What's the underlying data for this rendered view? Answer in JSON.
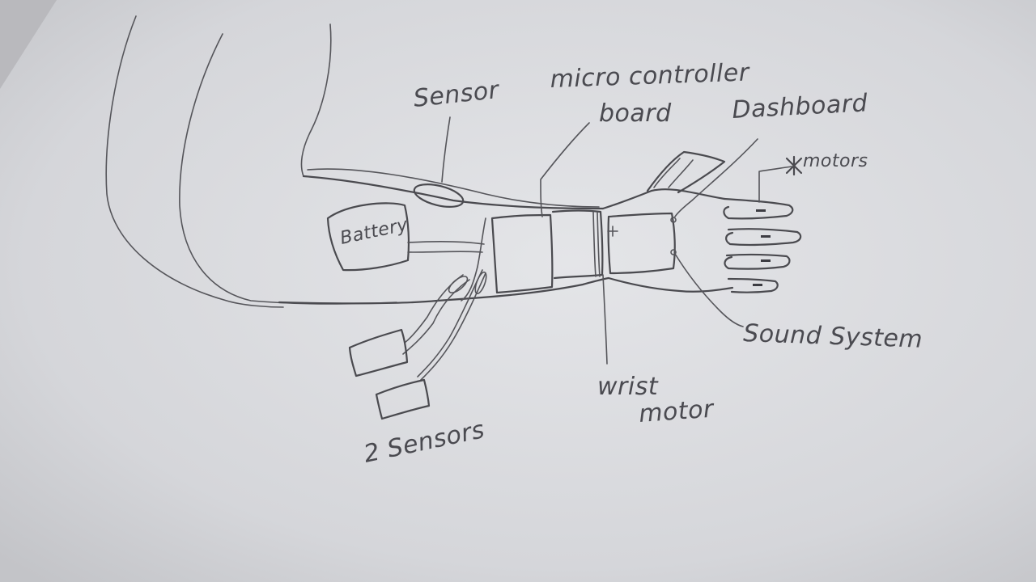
{
  "diagram": {
    "colors": {
      "paper": "#dcdde0",
      "pencil": "#4a4a4f"
    },
    "labels": {
      "sensor": "Sensor",
      "micro_controller_line1": "micro controller",
      "micro_controller_line2": "board",
      "dashboard": "Dashboard",
      "motors": "motors",
      "battery": "Battery",
      "sound_system": "Sound System",
      "wrist_motor_line1": "wrist",
      "wrist_motor_line2": "motor",
      "two_sensors": "2 Sensors"
    }
  }
}
